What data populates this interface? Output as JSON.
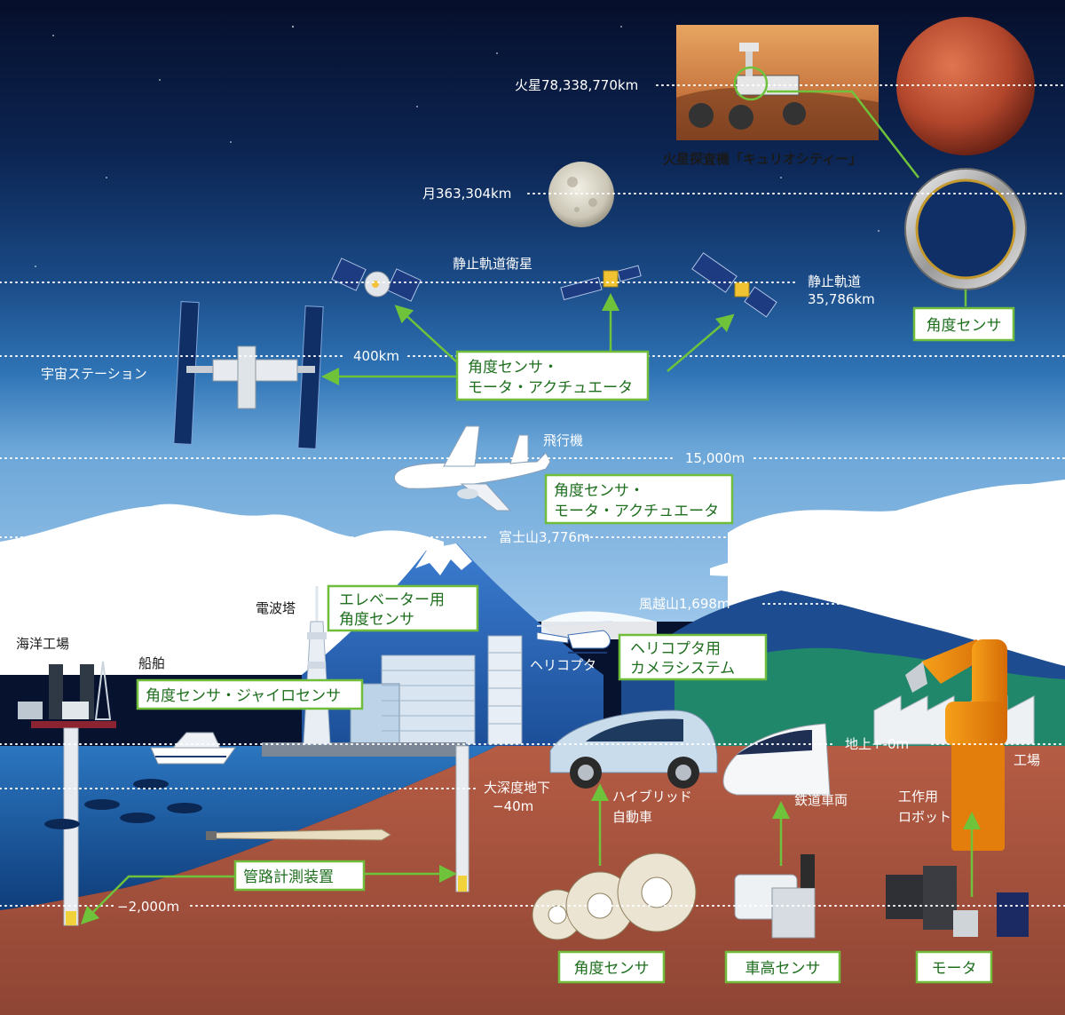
{
  "distances": {
    "mars": "火星78,338,770km",
    "moon": "月363,304km",
    "geo": "静止軌道",
    "geo_value": "35,786km",
    "iss": "400km",
    "plane": "15,000m",
    "fuji": "富士山3,776m",
    "kazakoshi": "風越山1,698m",
    "ground": "地上+-0m",
    "underground": "大深度地下",
    "underground_value": "−40m",
    "deep": "−2,000m"
  },
  "labels": {
    "curiosity": "火星探査機「キュリオシティー」",
    "geo_satellite": "静止軌道衛星",
    "space_station": "宇宙ステーション",
    "airplane": "飛行機",
    "radio_tower": "電波塔",
    "ocean_factory": "海洋工場",
    "ship": "船舶",
    "helicopter": "ヘリコプタ",
    "hybrid_l1": "ハイブリッド",
    "hybrid_l2": "自動車",
    "railway": "鉄道車両",
    "robot_l1": "工作用",
    "robot_l2": "ロボット",
    "factory": "工場"
  },
  "boxes": {
    "mars_sensor": "角度センサ",
    "space_l1": "角度センサ・",
    "space_l2": "モータ・アクチュエータ",
    "plane_l1": "角度センサ・",
    "plane_l2": "モータ・アクチュエータ",
    "elevator_l1": "エレベーター用",
    "elevator_l2": "角度センサ",
    "heli_l1": "ヘリコプタ用",
    "heli_l2": "カメラシステム",
    "ship_sensor": "角度センサ・ジャイロセンサ",
    "pipe": "管路計測装置",
    "angle_sensor": "角度センサ",
    "height_sensor": "車高センサ",
    "motor": "モータ"
  },
  "colors": {
    "sky_top": "#07122f",
    "sky_mid": "#1e5a99",
    "sea": "#1b5da8",
    "earth": "#a4523d",
    "accent_green": "#6fc33b"
  }
}
